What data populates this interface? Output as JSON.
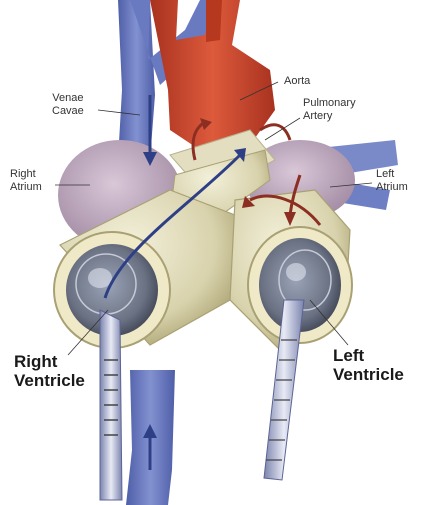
{
  "labels": {
    "venae_cavae": [
      "Venae",
      "Cavae"
    ],
    "aorta": "Aorta",
    "pulmonary_artery": [
      "Pulmonary",
      "Artery"
    ],
    "right_atrium": [
      "Right",
      "Atrium"
    ],
    "left_atrium": [
      "Left",
      "Atrium"
    ],
    "right_ventricle": [
      "Right",
      "Ventricle"
    ],
    "left_ventricle": [
      "Left",
      "Ventricle"
    ]
  },
  "colors": {
    "vein": "#6f7fc4",
    "vein_dark": "#4b5aa3",
    "aorta": "#c8432a",
    "atrium": "#c3aec2",
    "device": "#ddd8b6",
    "device_rim": "#b9b290",
    "flow_blue": "#2e3f86",
    "flow_red": "#8c2e22"
  }
}
